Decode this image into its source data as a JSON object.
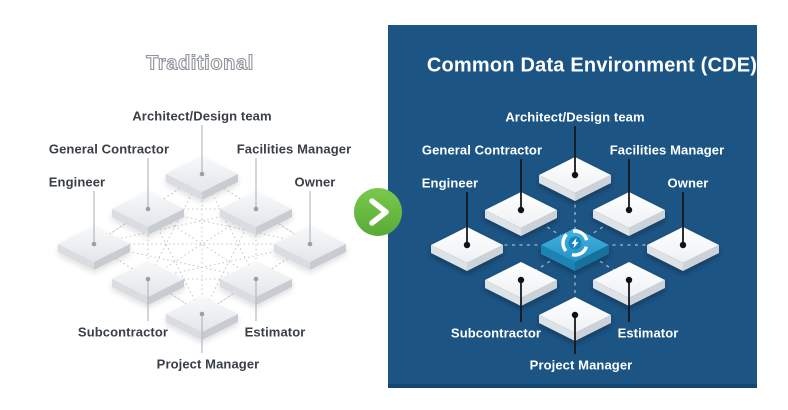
{
  "comparison": {
    "left": {
      "title": "Traditional",
      "connection_style": "mesh",
      "roles": [
        {
          "label": "Architect/Design team",
          "slot": "top"
        },
        {
          "label": "General Contractor",
          "slot": "upper-left"
        },
        {
          "label": "Facilities Manager",
          "slot": "upper-right"
        },
        {
          "label": "Engineer",
          "slot": "left"
        },
        {
          "label": "Owner",
          "slot": "right"
        },
        {
          "label": "Subcontractor",
          "slot": "lower-left"
        },
        {
          "label": "Estimator",
          "slot": "lower-right"
        },
        {
          "label": "Project Manager",
          "slot": "bottom"
        }
      ]
    },
    "right": {
      "title": "Common Data Environment (CDE)",
      "connection_style": "hub",
      "hub_icon": "sync-lightning-icon",
      "roles": [
        {
          "label": "Architect/Design team",
          "slot": "top"
        },
        {
          "label": "General Contractor",
          "slot": "upper-left"
        },
        {
          "label": "Facilities Manager",
          "slot": "upper-right"
        },
        {
          "label": "Engineer",
          "slot": "left"
        },
        {
          "label": "Owner",
          "slot": "right"
        },
        {
          "label": "Subcontractor",
          "slot": "lower-left"
        },
        {
          "label": "Estimator",
          "slot": "lower-right"
        },
        {
          "label": "Project Manager",
          "slot": "bottom"
        }
      ]
    },
    "transition_icon": "chevron-right-icon"
  },
  "colors": {
    "panel_blue": "#1c5484",
    "panel_blue_edge": "#16476f",
    "arrow_green_light": "#7ac94f",
    "arrow_green_dark": "#58ab36",
    "hub_cyan_light": "#45b3e2",
    "hub_cyan_dark": "#2392c5",
    "hub_disc_blue": "#1585bc",
    "label_dark": "#3a4046",
    "label_light": "#ffffff",
    "mesh_line": "#c5c9cf",
    "star_line": "rgba(255,255,255,0.6)"
  }
}
